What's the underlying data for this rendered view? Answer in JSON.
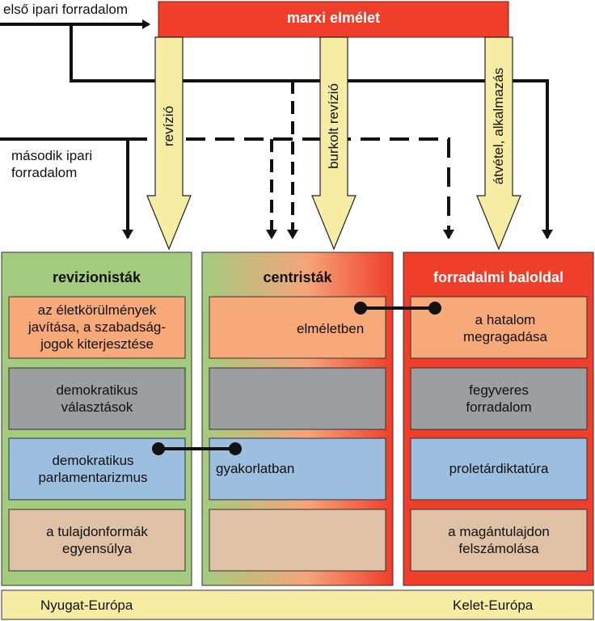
{
  "title": "marxi elmélet",
  "inputs": {
    "first_revolution": "első ipari forradalom",
    "second_revolution": "második ipari\nforradalom"
  },
  "arrows": {
    "revision": "revízió",
    "hidden_revision": "burkolt revízió",
    "adoption": "átvétel, alkalmazás"
  },
  "columns": {
    "revisionists": {
      "title": "revizionisták",
      "rows": [
        "az életkörülmények\njavítása, a szabadság-\njogok kiterjesztése",
        "demokratikus\nválasztások",
        "demokratikus\nparlamentarizmus",
        "a tulajdonformák\negyensúlya"
      ]
    },
    "centrists": {
      "title": "centristák",
      "rows": [
        "elméletben",
        "",
        "gyakorlatban",
        ""
      ]
    },
    "left": {
      "title": "forradalmi baloldal",
      "rows": [
        "a hatalom\nmegragadása",
        "fegyveres\nforradalom",
        "proletárdiktatúra",
        "a magántulajdon\nfelszámolása"
      ]
    }
  },
  "footer": {
    "west": "Nyugat-Európa",
    "east": "Kelet-Európa"
  },
  "colors": {
    "red": "#ef3e2a",
    "green": "#a3cc7e",
    "yellow": "#f7eca3",
    "orange": "#f7a97a",
    "gray": "#9c9e9f",
    "blue": "#9cbedf",
    "tan": "#dfc1a5"
  }
}
